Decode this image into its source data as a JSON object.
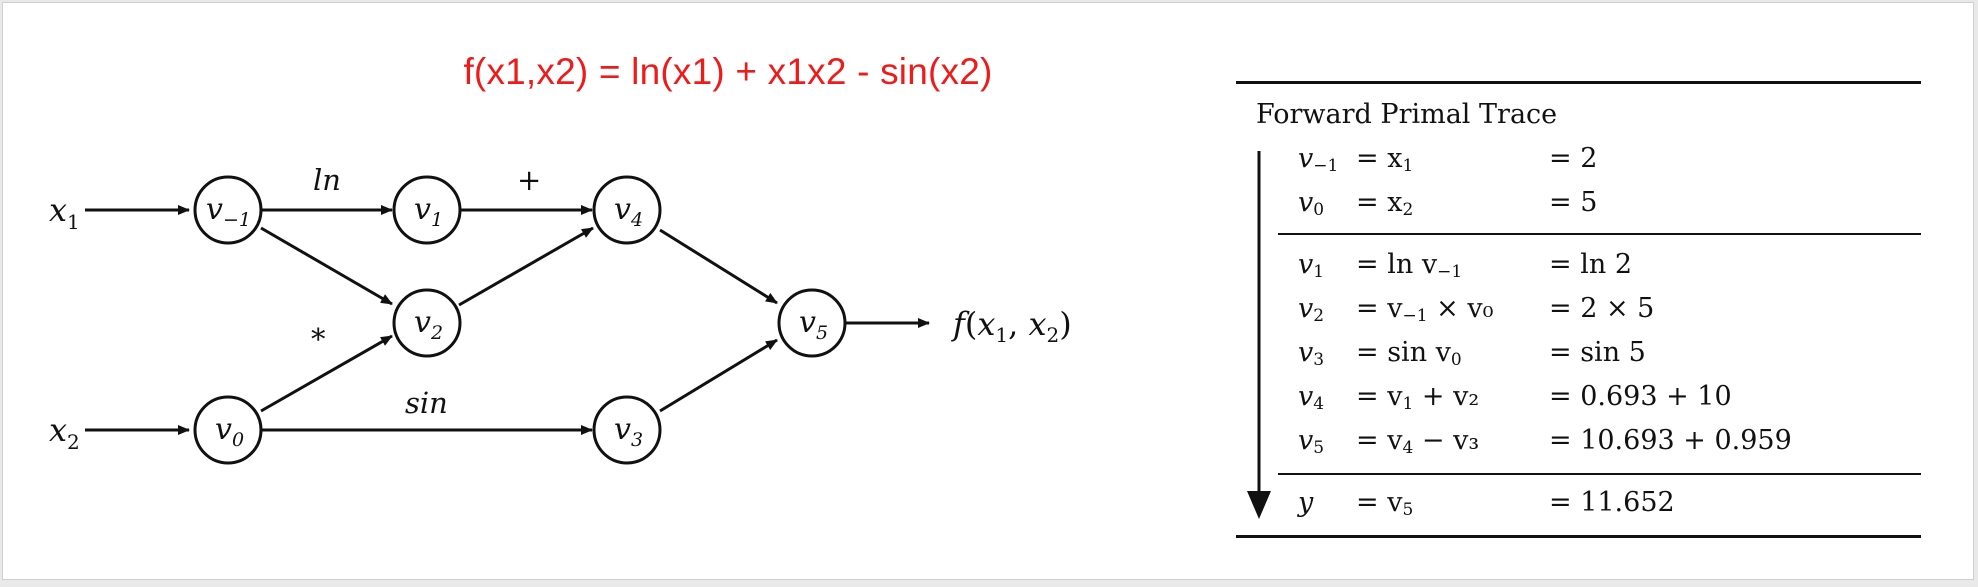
{
  "formula": "f(x1,x2) = ln(x1) + x1x2 - sin(x2)",
  "graph": {
    "inputs": [
      {
        "base": "x",
        "sub": "1"
      },
      {
        "base": "x",
        "sub": "2"
      }
    ],
    "nodes": [
      {
        "id": "vm1",
        "base": "v",
        "sub": "−1"
      },
      {
        "id": "v0",
        "base": "v",
        "sub": "0"
      },
      {
        "id": "v1",
        "base": "v",
        "sub": "1"
      },
      {
        "id": "v2",
        "base": "v",
        "sub": "2"
      },
      {
        "id": "v3",
        "base": "v",
        "sub": "3"
      },
      {
        "id": "v4",
        "base": "v",
        "sub": "4"
      },
      {
        "id": "v5",
        "base": "v",
        "sub": "5"
      }
    ],
    "edge_labels": {
      "ln": "ln",
      "plus": "+",
      "times": "*",
      "sin": "sin"
    },
    "output": {
      "f": "f",
      "open": "(",
      "x1": "x",
      "s1": "1",
      "comma": ", ",
      "x2": "x",
      "s2": "2",
      "close": ")"
    }
  },
  "trace": {
    "title": "Forward Primal Trace",
    "rows": [
      {
        "var": "v",
        "var_sub": "−1",
        "expr": "= x",
        "expr_sub": "1",
        "expr_tail": "",
        "value": "= 2"
      },
      {
        "var": "v",
        "var_sub": "0",
        "expr": "= x",
        "expr_sub": "2",
        "expr_tail": "",
        "value": "= 5"
      },
      {
        "var": "v",
        "var_sub": "1",
        "expr": "= ln v",
        "expr_sub": "−1",
        "expr_tail": "",
        "value": "= ln 2"
      },
      {
        "var": "v",
        "var_sub": "2",
        "expr": "= v",
        "expr_sub": "−1",
        "expr_tail": " × v₀",
        "value": "= 2 × 5"
      },
      {
        "var": "v",
        "var_sub": "3",
        "expr": "= sin v",
        "expr_sub": "0",
        "expr_tail": "",
        "value": "= sin 5"
      },
      {
        "var": "v",
        "var_sub": "4",
        "expr": "= v",
        "expr_sub": "1",
        "expr_tail": " + v₂",
        "value": "= 0.693 + 10"
      },
      {
        "var": "v",
        "var_sub": "5",
        "expr": "= v",
        "expr_sub": "4",
        "expr_tail": " − v₃",
        "value": "= 10.693 + 0.959"
      },
      {
        "var": "y",
        "var_sub": "",
        "expr": "= v",
        "expr_sub": "5",
        "expr_tail": "",
        "value": "= 11.652"
      }
    ]
  }
}
